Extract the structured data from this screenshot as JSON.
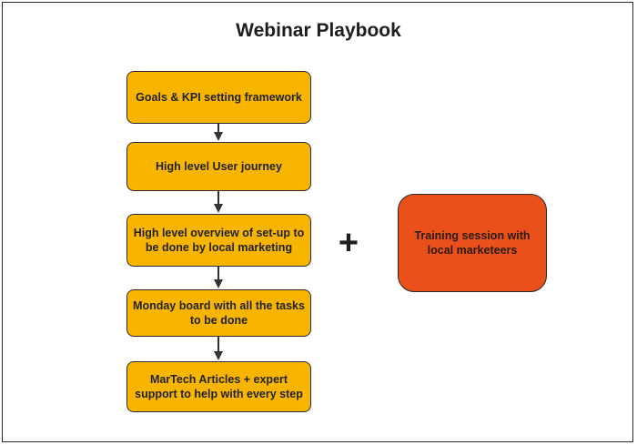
{
  "diagram": {
    "title": "Webinar Playbook",
    "steps": [
      {
        "label": "Goals & KPI setting framework"
      },
      {
        "label": "High level User journey"
      },
      {
        "label": "High level overview of set-up to be done by local marketing"
      },
      {
        "label": "Monday board with all the tasks to be done"
      },
      {
        "label": "MarTech Articles + expert support to help with every step"
      }
    ],
    "plus_symbol": "+",
    "side_box": {
      "label": "Training session with local marketeers"
    },
    "colors": {
      "step_fill": "#f8b500",
      "side_fill": "#e9501a",
      "border": "#2a2a2a",
      "arrow": "#333333"
    }
  }
}
